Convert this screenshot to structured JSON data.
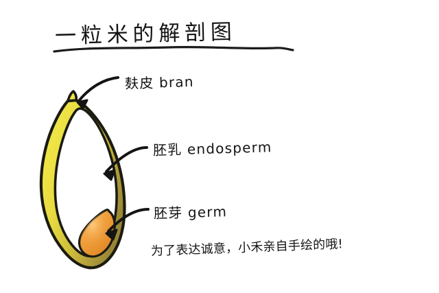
{
  "page": {
    "background_color": "#ffffff",
    "ink_color": "#141414",
    "kind": "hand-drawn-diagram",
    "subject": "cross-section of a single grain of rice"
  },
  "title": {
    "text": "一粒米的解剖图",
    "underline": true
  },
  "labels": [
    {
      "id": "bran",
      "text": "麸皮 bran",
      "chinese": "麸皮",
      "english": "bran",
      "color": "#e6d63f",
      "points_to": "outer husk layer at the top tip of the grain"
    },
    {
      "id": "endosperm",
      "text": "胚乳 endosperm",
      "chinese": "胚乳",
      "english": "endosperm",
      "color": "#ffffff",
      "points_to": "white interior body of the grain"
    },
    {
      "id": "germ",
      "text": "胚芽 germ",
      "chinese": "胚芽",
      "english": "germ",
      "color": "#ef9c38",
      "points_to": "orange teardrop shape at the lower right of the grain"
    }
  ],
  "note": {
    "text": "为了表达诚意，小禾亲自手绘的哦!"
  },
  "illustration": {
    "name": "rice-grain-cross-section",
    "outline_color": "#1b1b12",
    "bran_left_color": "#ece33f",
    "bran_right_color": "#9d8c39",
    "bran_mid_color": "#c8b63c",
    "endosperm_color": "#ffffff",
    "germ_color": "#ef9c38",
    "germ_shadow_color": "#d87c22"
  }
}
